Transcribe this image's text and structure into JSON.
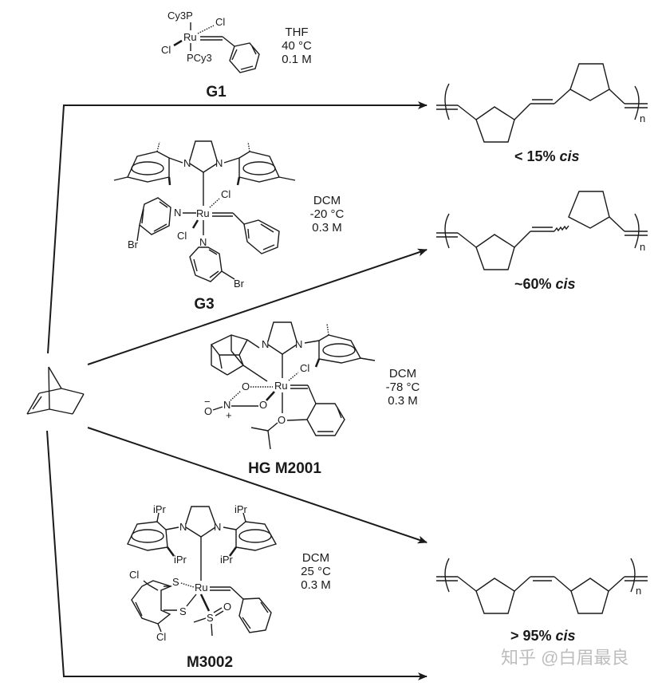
{
  "monomer": {
    "name": "norbornene"
  },
  "catalysts": [
    {
      "label": "G1",
      "conditions": [
        "THF",
        "40 °C",
        "0.1 M"
      ],
      "atoms": {
        "metal": "Ru",
        "ligand_top": "Cy3P",
        "ligand_bottom": "PCy3",
        "halide1": "Cl",
        "halide2": "Cl"
      }
    },
    {
      "label": "G3",
      "conditions": [
        "DCM",
        "-20 °C",
        "0.3 M"
      ],
      "atoms": {
        "metal": "Ru",
        "n": "N",
        "halide1": "Cl",
        "halide2": "Cl",
        "br": "Br"
      }
    },
    {
      "label": "HG M2001",
      "conditions": [
        "DCM",
        "-78 °C",
        "0.3 M"
      ],
      "atoms": {
        "metal": "Ru",
        "n": "N",
        "o": "O",
        "halide1": "Cl",
        "minus": "−",
        "plus": "+"
      }
    },
    {
      "label": "M3002",
      "conditions": [
        "DCM",
        "25 °C",
        "0.3 M"
      ],
      "atoms": {
        "metal": "Ru",
        "n": "N",
        "s": "S",
        "o": "O",
        "halide1": "Cl",
        "ipr": "iPr"
      }
    }
  ],
  "products": [
    {
      "selectivity_prefix": "< 15% ",
      "selectivity_word": "cis",
      "repeat": "n"
    },
    {
      "selectivity_prefix": "~60% ",
      "selectivity_word": "cis",
      "repeat": "n"
    },
    {
      "selectivity_prefix": "> 95% ",
      "selectivity_word": "cis",
      "repeat": "n"
    }
  ],
  "watermark": "知乎 @白眉最良",
  "colors": {
    "ink": "#1a1a1a",
    "watermark": "#bdbdbd"
  }
}
